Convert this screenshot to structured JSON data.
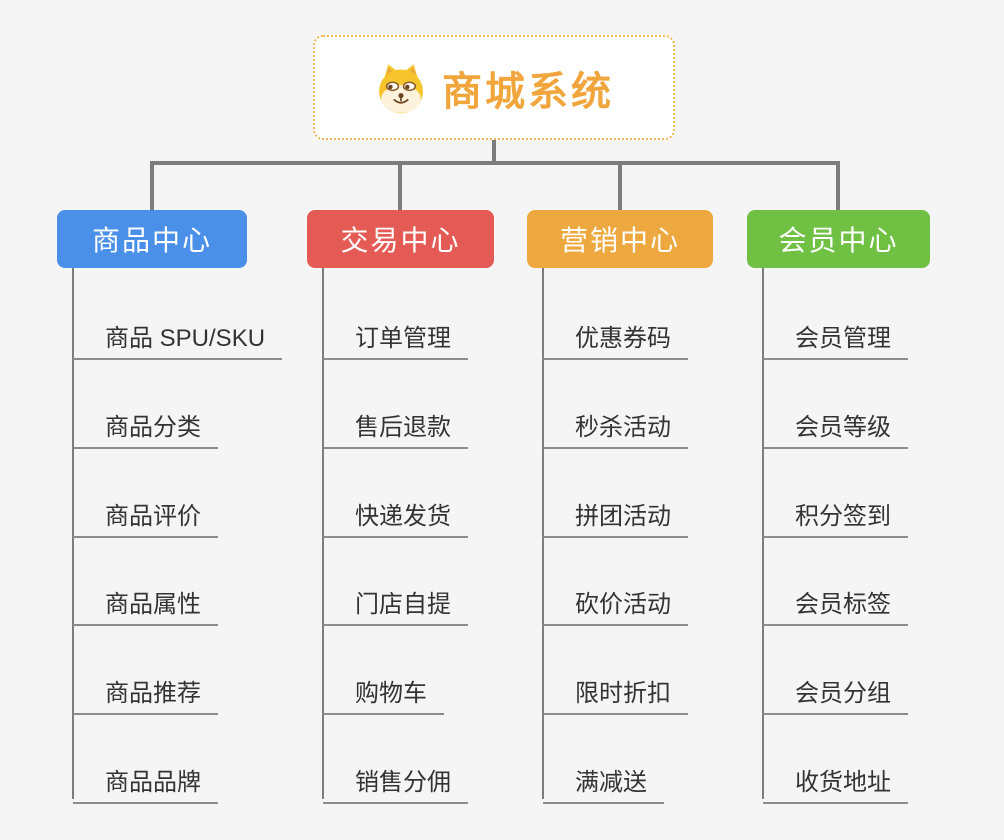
{
  "root": {
    "title": "商城系统",
    "icon": "doge-face-icon",
    "accent_color": "#f0a63c",
    "border_color": "#f3b653"
  },
  "branches": [
    {
      "label": "商品中心",
      "color": "#4a90e8",
      "items": [
        "商品 SPU/SKU",
        "商品分类",
        "商品评价",
        "商品属性",
        "商品推荐",
        "商品品牌"
      ]
    },
    {
      "label": "交易中心",
      "color": "#e45b55",
      "items": [
        "订单管理",
        "售后退款",
        "快递发货",
        "门店自提",
        "购物车",
        "销售分佣"
      ]
    },
    {
      "label": "营销中心",
      "color": "#eda83f",
      "items": [
        "优惠券码",
        "秒杀活动",
        "拼团活动",
        "砍价活动",
        "限时折扣",
        "满减送"
      ]
    },
    {
      "label": "会员中心",
      "color": "#70c043",
      "items": [
        "会员管理",
        "会员等级",
        "积分签到",
        "会员标签",
        "会员分组",
        "收货地址"
      ]
    }
  ],
  "colors": {
    "background": "#f5f5f6",
    "connector_line": "#7d7d7d",
    "item_underline": "#8c8c8c",
    "item_text": "#333333",
    "branch_text": "#ffffff"
  }
}
